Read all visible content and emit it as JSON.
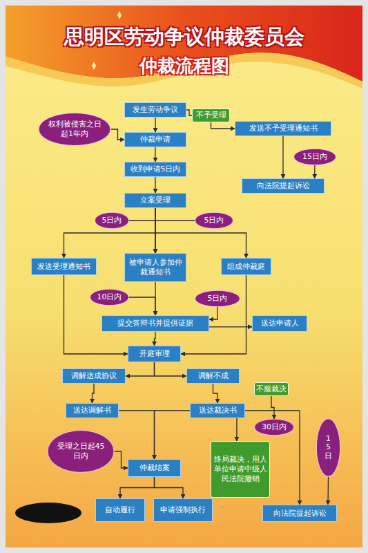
{
  "diagram": {
    "title": "思明区劳动争议仲裁委员会",
    "nodes": [
      {
        "text": [
          "权利被侵害之日起1年内"
        ]
      },
      {
        "text": [
          "发生劳动争议"
        ]
      },
      {
        "text": [
          "不予受理"
        ]
      },
      {
        "text": [
          "发送不予受理通知书"
        ]
      },
      {
        "text": [
          "仲裁申请"
        ]
      },
      {
        "text": [
          "15日内"
        ]
      },
      {
        "text": [
          "收到申请5日内"
        ]
      },
      {
        "text": [
          "向法院提起诉讼"
        ]
      },
      {
        "text": [
          "立案受理"
        ]
      },
      {
        "text": [
          "5日内"
        ]
      },
      {
        "text": [
          "5日内"
        ]
      },
      {
        "text": [
          "发送受理通知书"
        ]
      },
      {
        "text": [
          "被申请人参加仲裁通知书"
        ]
      },
      {
        "text": [
          "组成仲裁庭"
        ]
      },
      {
        "text": [
          "10日内"
        ]
      },
      {
        "text": [
          "5日内"
        ]
      },
      {
        "text": [
          "提交答辩书并提供证据"
        ]
      },
      {
        "text": [
          "送达申请人"
        ]
      },
      {
        "text": [
          "开庭审理"
        ]
      },
      {
        "text": [
          "调解达成协议"
        ]
      },
      {
        "text": [
          "调解不成"
        ]
      },
      {
        "text": [
          "不服裁决"
        ]
      },
      {
        "text": [
          "送达调解书"
        ]
      },
      {
        "text": [
          "送达裁决书"
        ]
      },
      {
        "text": [
          "30日内"
        ]
      },
      {
        "text": [
          "受理之日起45日内"
        ]
      },
      {
        "text": [
          "15日"
        ]
      },
      {
        "text": [
          "终局裁决，用人单位申请中级人民法院撤销"
        ]
      },
      {
        "text": [
          "仲裁结案"
        ]
      },
      {
        "text": [
          "自动履行"
        ]
      },
      {
        "text": [
          "申请强制执行"
        ]
      },
      {
        "text": [
          "向法院提起诉讼"
        ]
      }
    ],
    "edges": [
      {
        "from": 0,
        "to": 4,
        "arrow": "to"
      },
      {
        "from": 1,
        "to": 4,
        "arrow": "to"
      },
      {
        "from": 1,
        "to": 2,
        "arrow": "none"
      },
      {
        "from": 2,
        "to": 3,
        "arrow": "to"
      },
      {
        "from": 3,
        "to": 7,
        "arrow": "to"
      },
      {
        "from": 5,
        "to": 7,
        "arrow": "to"
      },
      {
        "from": 4,
        "to": 6,
        "arrow": "to"
      },
      {
        "from": 6,
        "to": 8,
        "arrow": "to"
      },
      {
        "from": 8,
        "to": 11,
        "arrow": "to"
      },
      {
        "from": 8,
        "to": 12,
        "arrow": "to"
      },
      {
        "from": 8,
        "to": 13,
        "arrow": "to"
      },
      {
        "from": 9,
        "to": 12,
        "arrow": "to"
      },
      {
        "from": 10,
        "to": 12,
        "arrow": "to"
      },
      {
        "from": 12,
        "to": 16,
        "arrow": "to"
      },
      {
        "from": 14,
        "to": 16,
        "arrow": "to"
      },
      {
        "from": 15,
        "to": 16,
        "arrow": "to"
      },
      {
        "from": 16,
        "to": 17,
        "arrow": "to"
      },
      {
        "from": 11,
        "to": 18,
        "arrow": "to"
      },
      {
        "from": 16,
        "to": 18,
        "arrow": "to"
      },
      {
        "from": 13,
        "to": 18,
        "arrow": "to"
      },
      {
        "from": 18,
        "to": 19,
        "arrow": "to"
      },
      {
        "from": 18,
        "to": 20,
        "arrow": "to"
      },
      {
        "from": 19,
        "to": 22,
        "arrow": "to"
      },
      {
        "from": 20,
        "to": 23,
        "arrow": "to"
      },
      {
        "from": 21,
        "to": 24,
        "arrow": "to"
      },
      {
        "from": 23,
        "to": 27,
        "arrow": "to"
      },
      {
        "from": 23,
        "to": 31,
        "arrow": "to"
      },
      {
        "from": 26,
        "to": 31,
        "arrow": "to"
      },
      {
        "from": 22,
        "to": 28,
        "arrow": "to"
      },
      {
        "from": 23,
        "to": 28,
        "arrow": "to"
      },
      {
        "from": 25,
        "to": 28,
        "arrow": "to"
      },
      {
        "from": 28,
        "to": 29,
        "arrow": "to"
      },
      {
        "from": 28,
        "to": 30,
        "arrow": "to"
      }
    ],
    "labels": [
      "仲裁流程图"
    ]
  }
}
